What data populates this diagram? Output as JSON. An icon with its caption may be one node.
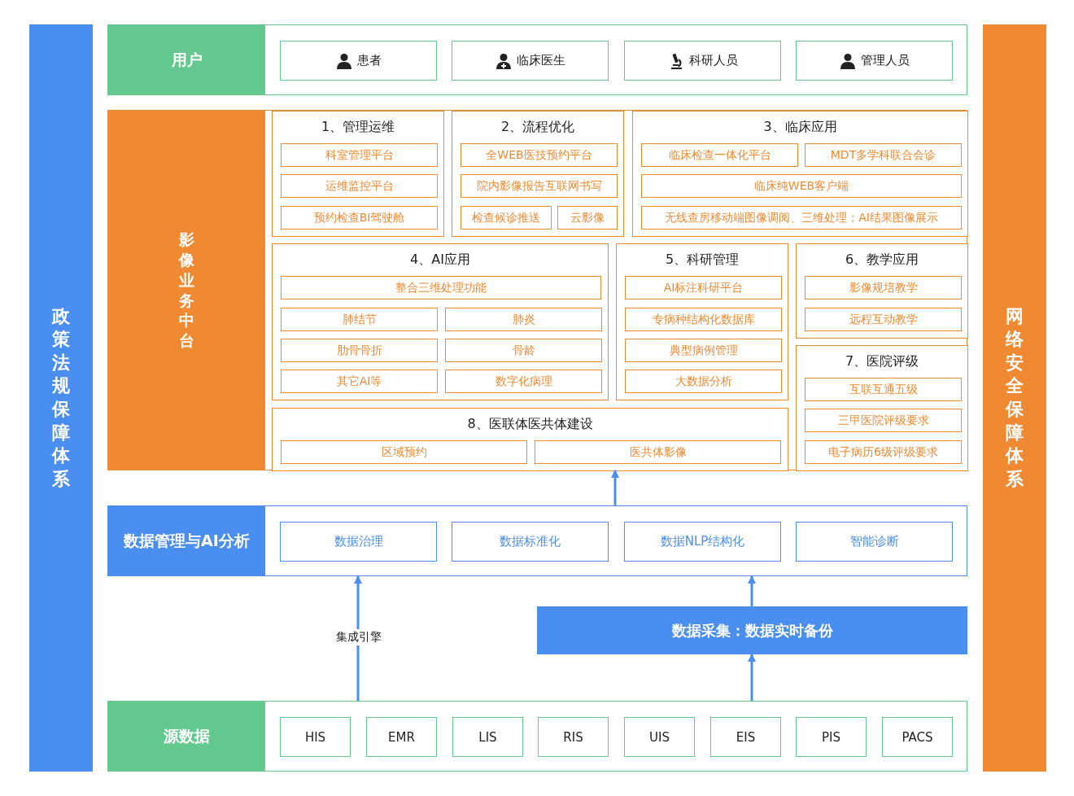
{
  "diagram": {
    "nodes": [
      {
        "text": [
          "政策法规保障体系"
        ]
      },
      {
        "text": [
          "用户"
        ]
      },
      {
        "text": [
          "患者"
        ],
        "in": 1
      },
      {
        "text": [
          "临床医生"
        ],
        "in": 1
      },
      {
        "text": [
          "科研人员"
        ],
        "in": 1
      },
      {
        "text": [
          "管理人员"
        ],
        "in": 1
      },
      {
        "text": [
          "影像业务中台"
        ]
      },
      {
        "text": [
          "1、管理运维"
        ],
        "in": 6
      },
      {
        "text": [
          "科室管理平台"
        ],
        "in": 7
      },
      {
        "text": [
          "运维监控平台"
        ],
        "in": 7
      },
      {
        "text": [
          "预约检查BI驾驶舱"
        ],
        "in": 7
      },
      {
        "text": [
          "2、流程优化"
        ],
        "in": 6
      },
      {
        "text": [
          "全WEB医技预约平台"
        ],
        "in": 11
      },
      {
        "text": [
          "院内影像报告互联网书写"
        ],
        "in": 11
      },
      {
        "text": [
          "检查候诊推送"
        ],
        "in": 11
      },
      {
        "text": [
          "云影像"
        ],
        "in": 11
      },
      {
        "text": [
          "3、临床应用"
        ],
        "in": 6
      },
      {
        "text": [
          "临床检查一体化平台"
        ],
        "in": 16
      },
      {
        "text": [
          "MDT多学科联合会诊"
        ],
        "in": 16
      },
      {
        "text": [
          "临床纯WEB客户端"
        ],
        "in": 16
      },
      {
        "text": [
          "无线查房移动端图像调阅、三维处理；AI结果图像展示"
        ],
        "in": 16
      },
      {
        "text": [
          "4、AI应用"
        ],
        "in": 6
      },
      {
        "text": [
          "整合三维处理功能"
        ],
        "in": 21
      },
      {
        "text": [
          "肺结节"
        ],
        "in": 21
      },
      {
        "text": [
          "肺炎"
        ],
        "in": 21
      },
      {
        "text": [
          "肋骨骨折"
        ],
        "in": 21
      },
      {
        "text": [
          "骨龄"
        ],
        "in": 21
      },
      {
        "text": [
          "其它AI等"
        ],
        "in": 21
      },
      {
        "text": [
          "数字化病理"
        ],
        "in": 21
      },
      {
        "text": [
          "5、科研管理"
        ],
        "in": 6
      },
      {
        "text": [
          "AI标注科研平台"
        ],
        "in": 29
      },
      {
        "text": [
          "专病种结构化数据库"
        ],
        "in": 29
      },
      {
        "text": [
          "典型病例管理"
        ],
        "in": 29
      },
      {
        "text": [
          "大数据分析"
        ],
        "in": 29
      },
      {
        "text": [
          "6、教学应用"
        ],
        "in": 6
      },
      {
        "text": [
          "影像规培教学"
        ],
        "in": 34
      },
      {
        "text": [
          "远程互动教学"
        ],
        "in": 34
      },
      {
        "text": [
          "7、医院评级"
        ],
        "in": 6
      },
      {
        "text": [
          "互联互通五级"
        ],
        "in": 37
      },
      {
        "text": [
          "三甲医院评级要求"
        ],
        "in": 37
      },
      {
        "text": [
          "电子病历6级评级要求"
        ],
        "in": 37
      },
      {
        "text": [
          "8、医联体医共体建设"
        ],
        "in": 6
      },
      {
        "text": [
          "区域预约"
        ],
        "in": 41
      },
      {
        "text": [
          "医共体影像"
        ],
        "in": 41
      },
      {
        "text": [
          "数据管理与AI分析"
        ]
      },
      {
        "text": [
          "数据治理"
        ],
        "in": 44
      },
      {
        "text": [
          "数据标准化"
        ],
        "in": 44
      },
      {
        "text": [
          "数据NLP结构化"
        ],
        "in": 44
      },
      {
        "text": [
          "智能诊断"
        ],
        "in": 44
      },
      {
        "text": [
          "数据采集：数据实时备份"
        ]
      },
      {
        "text": [
          "源数据"
        ]
      },
      {
        "text": [
          "HIS"
        ],
        "in": 50
      },
      {
        "text": [
          "EMR"
        ],
        "in": 50
      },
      {
        "text": [
          "LIS"
        ],
        "in": 50
      },
      {
        "text": [
          "RIS"
        ],
        "in": 50
      },
      {
        "text": [
          "UIS"
        ],
        "in": 50
      },
      {
        "text": [
          "EIS"
        ],
        "in": 50
      },
      {
        "text": [
          "PIS"
        ],
        "in": 50
      },
      {
        "text": [
          "PACS"
        ],
        "in": 50
      },
      {
        "text": [
          "网络安全保障体系"
        ]
      }
    ],
    "edges": [
      {
        "from": 50,
        "to": 44,
        "arrow": "to",
        "label": "集成引擎"
      },
      {
        "from": 50,
        "to": 49,
        "arrow": "to"
      },
      {
        "from": 49,
        "to": 44,
        "arrow": "to"
      },
      {
        "from": 44,
        "to": 6,
        "arrow": "to"
      }
    ]
  }
}
